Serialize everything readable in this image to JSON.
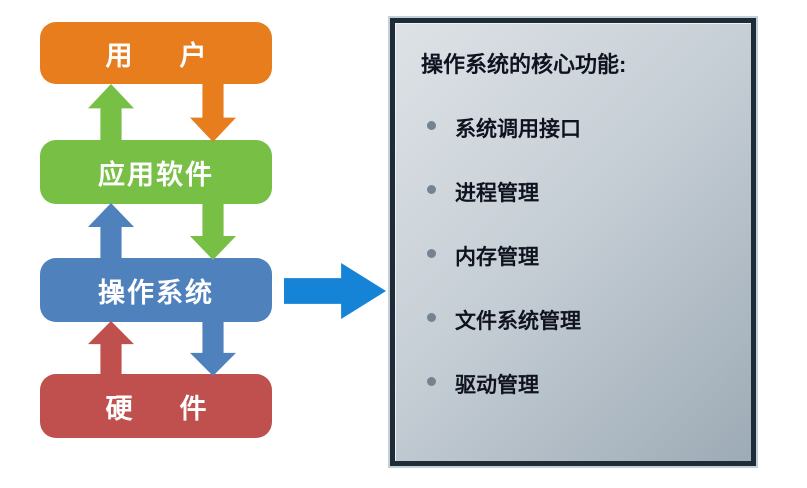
{
  "diagram": {
    "layers": [
      {
        "label": "用　户",
        "color": "#e87d1e"
      },
      {
        "label": "应用软件",
        "color": "#77bf45"
      },
      {
        "label": "操作系统",
        "color": "#4f81bd"
      },
      {
        "label": "硬　件",
        "color": "#c0504d"
      }
    ],
    "arrow_pairs": [
      {
        "between": "用户-应用软件",
        "up_color": "#77bf45",
        "down_color": "#e87d1e"
      },
      {
        "between": "应用软件-操作系统",
        "up_color": "#4f81bd",
        "down_color": "#77bf45"
      },
      {
        "between": "操作系统-硬件",
        "up_color": "#c0504d",
        "down_color": "#4f81bd"
      }
    ],
    "main_arrow": {
      "direction": "right",
      "color": "#1583d6"
    }
  },
  "panel": {
    "title": "操作系统的核心功能:",
    "items": [
      "系统调用接口",
      "进程管理",
      "内存管理",
      "文件系统管理",
      "驱动管理"
    ],
    "bullet_color": "#74838f",
    "background": "silver-gradient",
    "border_color": "#1f2c38"
  }
}
